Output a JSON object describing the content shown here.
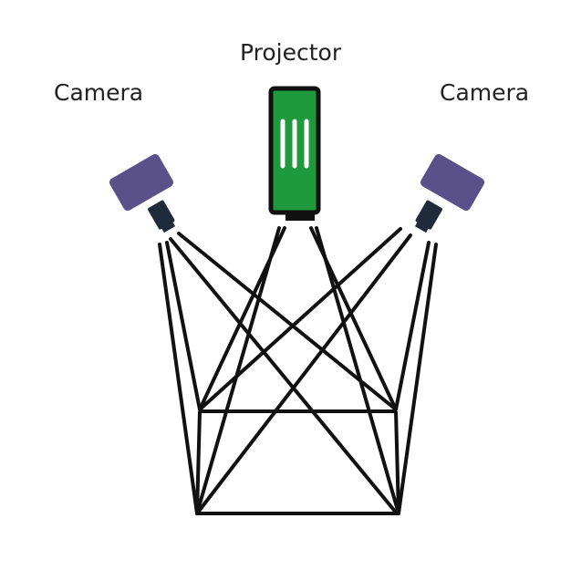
{
  "labels": {
    "camera_left": "Camera",
    "projector": "Projector",
    "camera_right": "Camera"
  },
  "colors": {
    "camera_body": "#5b518a",
    "camera_lens": "#1f2a3a",
    "projector_body": "#1e9a3c",
    "projector_frame": "#111111",
    "beam": "#111111"
  }
}
